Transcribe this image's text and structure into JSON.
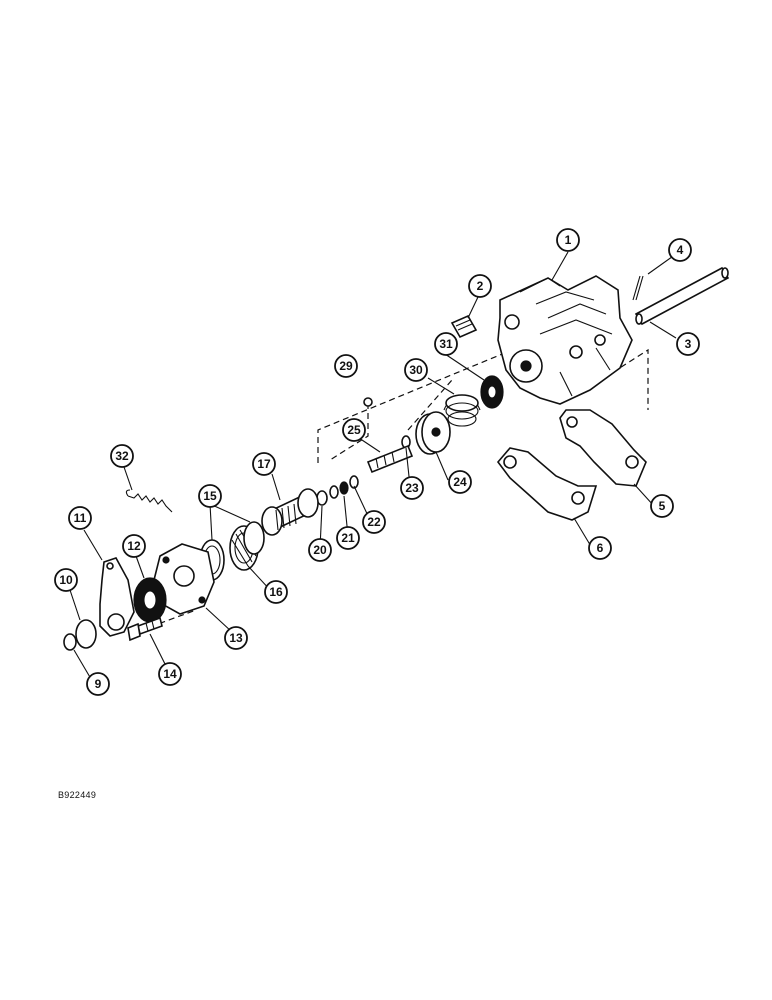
{
  "figure_id": "B922449",
  "callouts": [
    "1",
    "2",
    "3",
    "4",
    "5",
    "6",
    "9",
    "10",
    "11",
    "12",
    "13",
    "14",
    "15",
    "16",
    "17",
    "20",
    "21",
    "22",
    "23",
    "24",
    "25",
    "29",
    "30",
    "31",
    "32"
  ]
}
